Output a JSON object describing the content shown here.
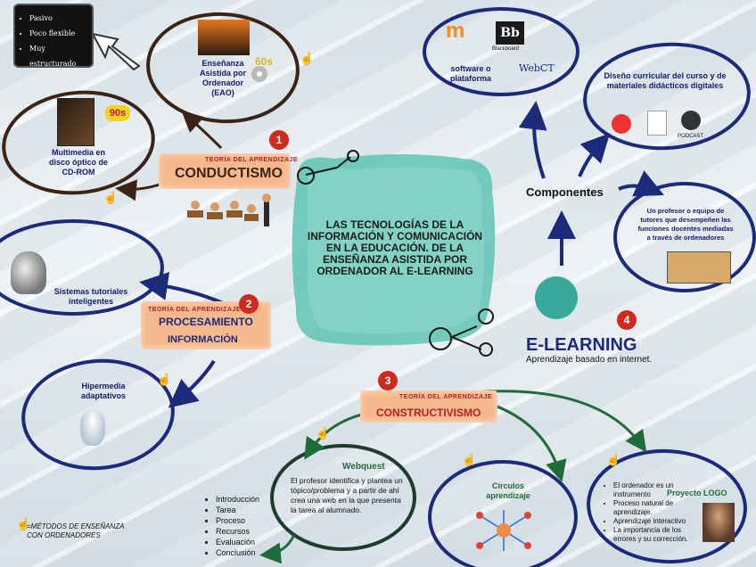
{
  "center": {
    "title": "LAS TECNOLOGÍAS DE LA INFORMACIÓN Y COMUNICACIÓN EN LA EDUCACIÓN. DE LA ENSEÑANZA ASISTIDA POR ORDENADOR AL E-LEARNING"
  },
  "tablet": {
    "items": [
      "Pasivo",
      "Poco flexible",
      "Muy estructurado"
    ]
  },
  "conductismo": {
    "tag": "TEORÍA DEL APRENDIZAJE",
    "title": "CONDUCTISMO",
    "badge": "1",
    "multimedia": "Multimedia en disco óptico de CD-ROM",
    "ensenanza": "Enseñanza Asistida por Ordenador (EAO)",
    "sticker_60s": "60s",
    "sticker_90s": "90s"
  },
  "procesamiento": {
    "tag": "TEORÍA DEL APRENDIZAJE",
    "title_line1": "PROCESAMIENTO",
    "title_line2": "INFORMACIÓN",
    "badge": "2",
    "sistemas": "Sistemas tutoriales inteligentes",
    "hipermedia": "Hipermedia adaptativos"
  },
  "constructivismo": {
    "tag": "TEORÍA DEL APRENDIZAJE",
    "title": "CONSTRUCTIVISMO",
    "badge": "3",
    "webquest_title": "Webquest",
    "webquest_text": "El profesor identifica y plantea un tópico/problema y a partir de ahí crea una web en la que presenta la tarea al alumnado.",
    "webquest_steps": [
      "Introducción",
      "Tarea",
      "Proceso",
      "Recursos",
      "Evaluación",
      "Conclusión"
    ],
    "circulos_title": "Círculos aprendizaje",
    "logo_title": "Proyecto LOGO",
    "logo_items": [
      "El ordenador es un instrumento",
      "Proceso natural de aprendizaje.",
      "Aprendizaje interactivo",
      "La importancia de los errores y su corrección."
    ]
  },
  "elearning": {
    "title": "E-LEARNING",
    "subtitle": "Aprendizaje basado en internet.",
    "badge": "4",
    "componentes": "Componentes",
    "software": "software o plataforma",
    "blackboard_label": "Blackboard",
    "webct_label": "WebCT",
    "disenio": "Diseño curricular del curso y de materiales didácticos digitales",
    "podcast_label": "PODCAST",
    "tutores": "Un profesor o equipo de tutores que desempeñen las funciones docentes mediadas a través de ordenadores"
  },
  "legend": {
    "text": "=MÉTODOS DE ENSEÑANZA CON ORDENADORES"
  },
  "colors": {
    "navy": "#1c2a7a",
    "brown": "#3b2316",
    "green": "#1f6b3a",
    "salmon": "#f6b98e",
    "red_badge": "#cf2a1f",
    "teal": "#3aa89a"
  }
}
